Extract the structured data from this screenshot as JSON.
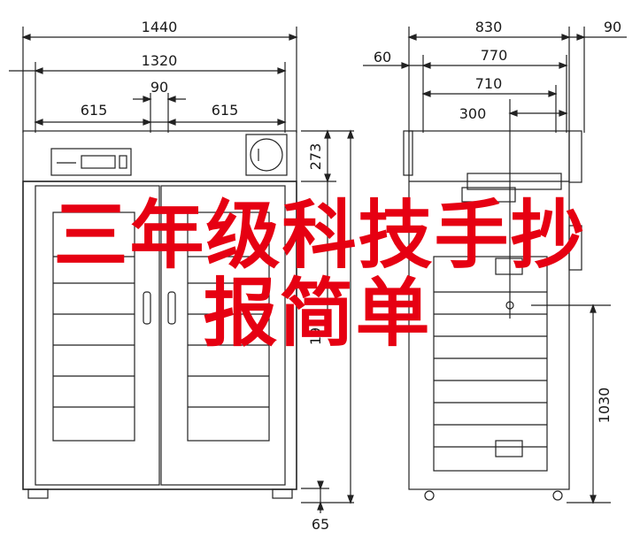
{
  "overlay": {
    "line1": "三年级科技手抄",
    "line2": "报简单",
    "color": "#e60012"
  },
  "dimensions": {
    "overall_width": "1440",
    "inner_width": "1320",
    "door_gap": "90",
    "door_left": "615",
    "door_right": "615",
    "top_panel": "273",
    "height_partial": "19",
    "foot": "65",
    "side_depth": "830",
    "side_handle": "90",
    "side_offset": "60",
    "side_inner": "770",
    "side_inner2": "710",
    "side_shelf": "300",
    "side_height": "1030"
  }
}
